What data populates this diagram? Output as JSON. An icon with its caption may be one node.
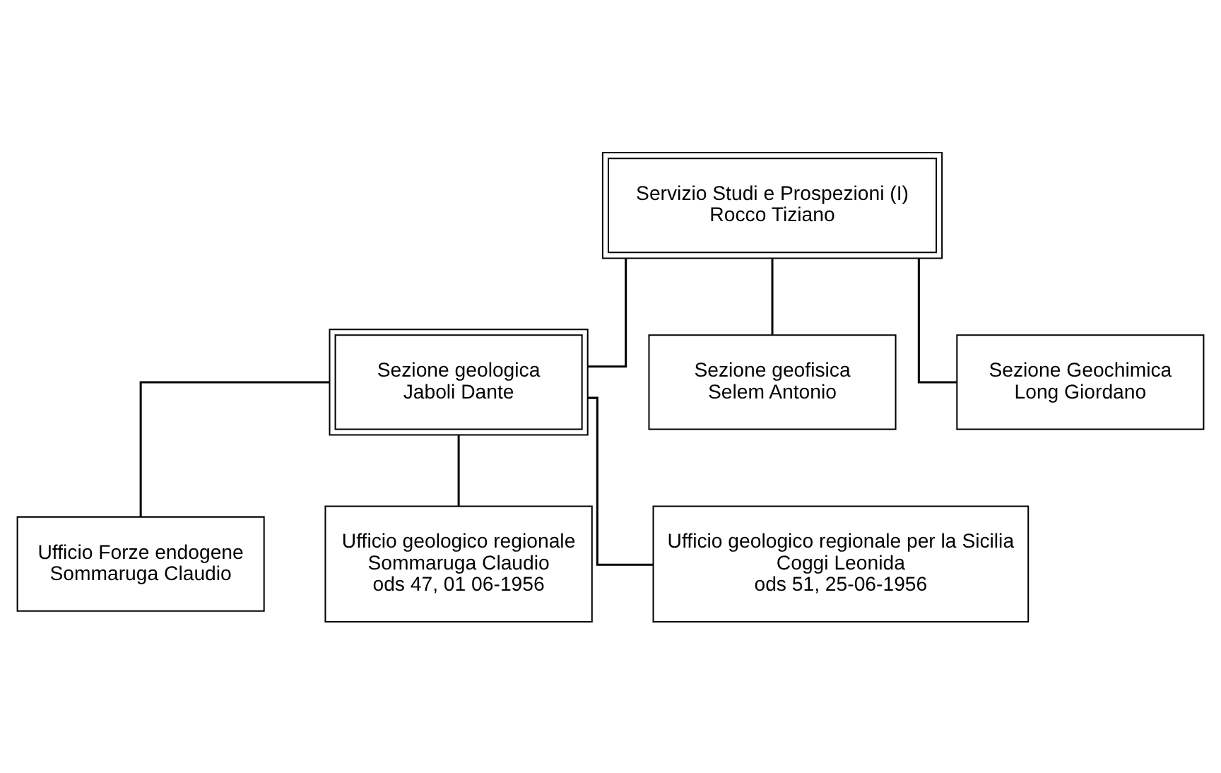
{
  "diagram": {
    "nodes": [
      {
        "text": [
          "Servizio Studi e Prospezioni (I)",
          "Rocco Tiziano"
        ]
      },
      {
        "text": [
          "Sezione geologica",
          "Jaboli Dante"
        ]
      },
      {
        "text": [
          "Sezione geofisica",
          "Selem Antonio"
        ]
      },
      {
        "text": [
          "Sezione Geochimica",
          "Long Giordano"
        ]
      },
      {
        "text": [
          "Ufficio Forze endogene",
          "Sommaruga Claudio"
        ]
      },
      {
        "text": [
          "Ufficio geologico regionale",
          "Sommaruga Claudio",
          "ods 47, 01 06-1956"
        ]
      },
      {
        "text": [
          "Ufficio geologico regionale per la Sicilia",
          "Coggi Leonida",
          "ods 51, 25-06-1956"
        ]
      }
    ],
    "edges": [
      {
        "from": 0,
        "to": 1,
        "arrow": "none"
      },
      {
        "from": 0,
        "to": 2,
        "arrow": "none"
      },
      {
        "from": 0,
        "to": 3,
        "arrow": "none"
      },
      {
        "from": 1,
        "to": 4,
        "arrow": "none"
      },
      {
        "from": 1,
        "to": 5,
        "arrow": "none"
      },
      {
        "from": 1,
        "to": 6,
        "arrow": "none"
      }
    ]
  }
}
